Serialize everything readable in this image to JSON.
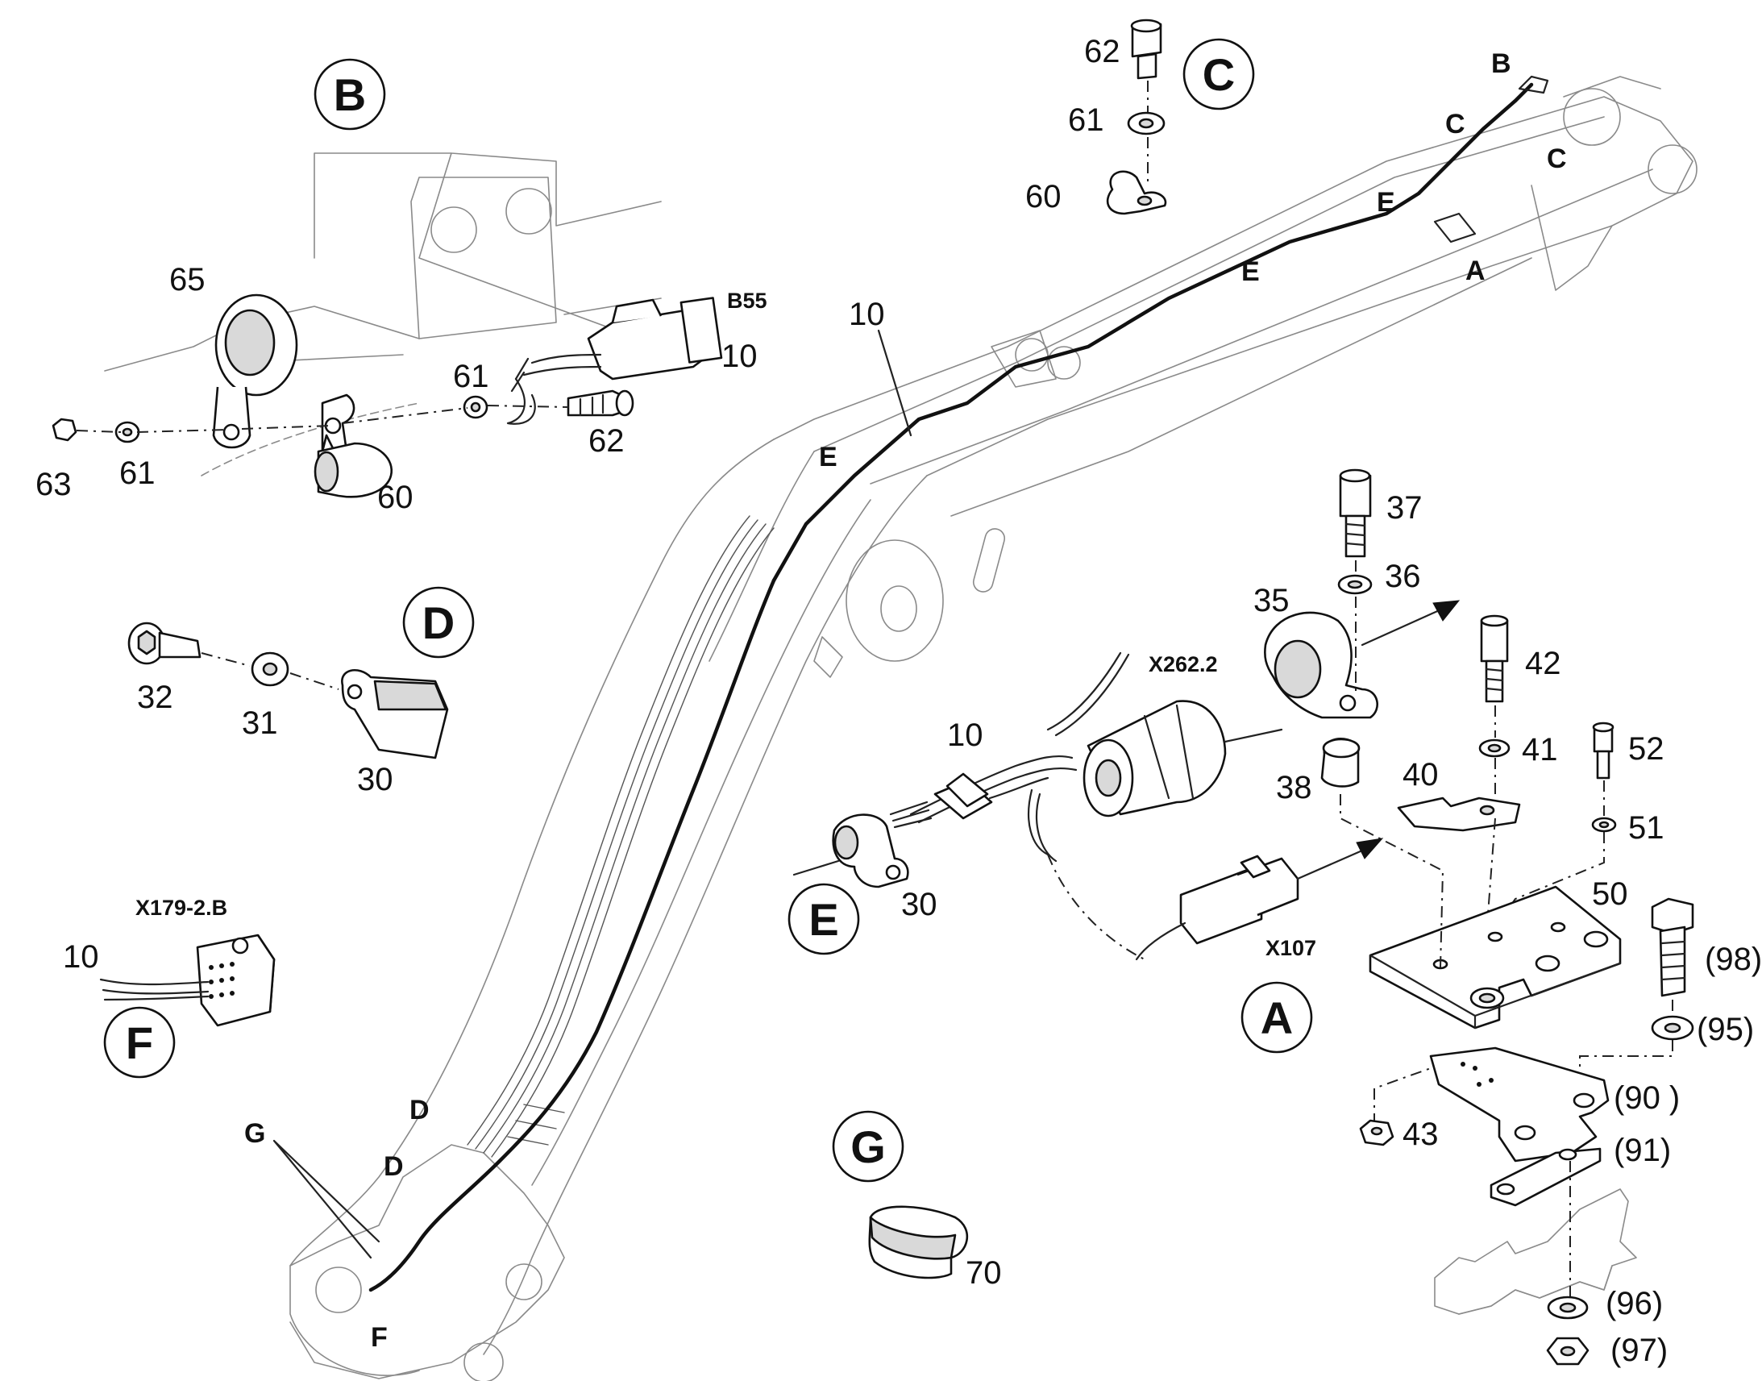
{
  "callouts": {
    "A": "A",
    "B": "B",
    "C": "C",
    "D": "D",
    "E": "E",
    "F": "F",
    "G": "G"
  },
  "boom_markers": {
    "B": "B",
    "C1": "C",
    "C2": "C",
    "E1": "E",
    "E2": "E",
    "E3": "E",
    "A": "A",
    "D1": "D",
    "D2": "D",
    "G": "G",
    "F": "F",
    "cable_10": "10"
  },
  "connector_codes": {
    "b55": "B55",
    "x262_2": "X262.2",
    "x107": "X107",
    "x179_2b": "X179-2.B"
  },
  "part_numbers": {
    "detail_b": {
      "p65": "65",
      "p10": "10",
      "p61a": "61",
      "p62": "62",
      "p63": "63",
      "p61b": "61",
      "p60": "60"
    },
    "detail_c": {
      "p62": "62",
      "p61": "61",
      "p60": "60"
    },
    "detail_d": {
      "p32": "32",
      "p31": "31",
      "p30": "30"
    },
    "detail_f": {
      "p10": "10"
    },
    "detail_e": {
      "p30": "30"
    },
    "detail_g": {
      "p70": "70"
    },
    "detail_a": {
      "p37": "37",
      "p36": "36",
      "p35": "35",
      "p10": "10",
      "p42": "42",
      "p41": "41",
      "p52": "52",
      "p38": "38",
      "p40": "40",
      "p51": "51",
      "p50": "50",
      "p98": "(98)",
      "p95": "(95)",
      "p90": "(90 )",
      "p43": "43",
      "p91": "(91)",
      "p96": "(96)",
      "p97": "(97)"
    }
  }
}
